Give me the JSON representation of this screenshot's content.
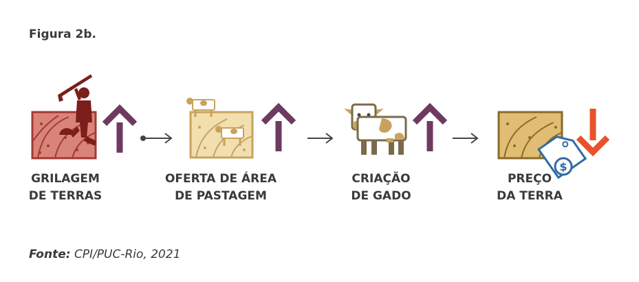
{
  "figure": {
    "title": "Figura 2b."
  },
  "steps": [
    {
      "line1": "GRILAGEM",
      "line2": "DE TERRAS",
      "direction": "up",
      "arrow_color": "#6e3a5f",
      "icon": "land-grabber-icon"
    },
    {
      "line1": "OFERTA DE ÁREA",
      "line2": "DE PASTAGEM",
      "direction": "up",
      "arrow_color": "#6e3a5f",
      "icon": "pasture-cattle-icon"
    },
    {
      "line1": "CRIAÇÃO",
      "line2": "DE GADO",
      "direction": "up",
      "arrow_color": "#6e3a5f",
      "icon": "cow-icon"
    },
    {
      "line1": "PREÇO",
      "line2": "DA TERRA",
      "direction": "down",
      "arrow_color": "#e8532c",
      "icon": "land-price-tag-icon"
    }
  ],
  "source": {
    "label": "Fonte:",
    "text": "CPI/PUC-Rio, 2021"
  },
  "colors": {
    "grilagem_land": "#d9847a",
    "pasture_land": "#f1dfae",
    "land_price": "#e0bd72",
    "cattle": "#c9a25e",
    "tag": "#2f6aa6"
  }
}
